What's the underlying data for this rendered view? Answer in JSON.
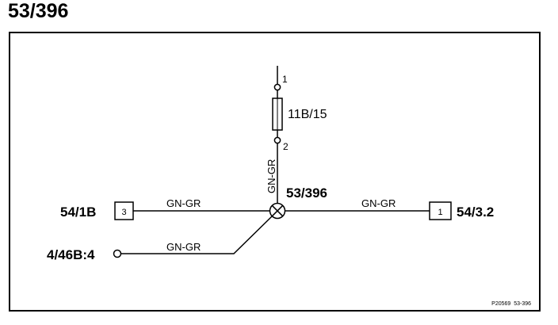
{
  "diagram": {
    "title": "53/396",
    "fuse": {
      "label": "11B/15",
      "pin_top": "1",
      "pin_bottom": "2"
    },
    "vertical_wire": "GN-GR",
    "splice": "53/396",
    "left_connector": {
      "name": "54/1B",
      "pin": "3",
      "wire": "GN-GR"
    },
    "right_connector": {
      "name": "54/3.2",
      "pin": "1",
      "wire": "GN-GR"
    },
    "lower_terminal": {
      "name": "4/46B:4",
      "wire": "GN-GR"
    },
    "reference": "P20569  53-396"
  }
}
